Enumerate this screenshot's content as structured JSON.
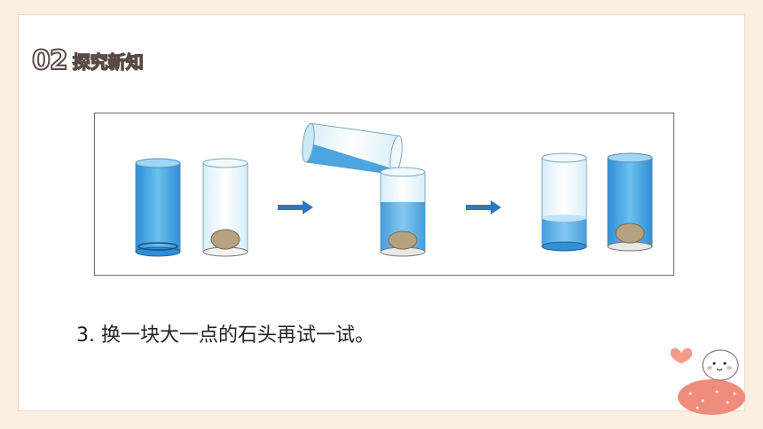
{
  "header": {
    "number": "02",
    "title": "探究新知"
  },
  "caption": {
    "text": "3. 换一块大一点的石头再试一试。"
  },
  "colors": {
    "background": "#fdeee2",
    "water": "#3a9bdc",
    "arrow": "#2b78c2",
    "stone": "#b6a27e"
  },
  "icons": [
    "right-arrow-icon",
    "heart-icon",
    "cat-mascot-icon"
  ]
}
